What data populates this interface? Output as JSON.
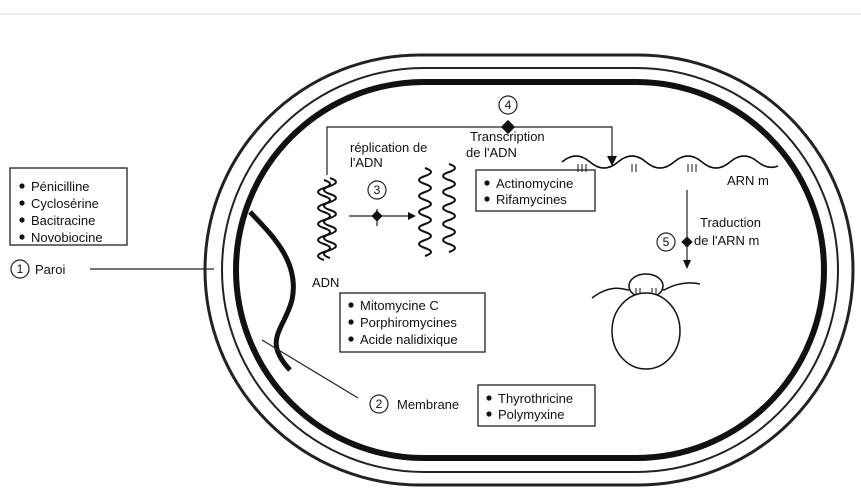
{
  "wall": {
    "number": "1",
    "label": "Paroi",
    "antibiotics": [
      "Pénicilline",
      "Cyclosérine",
      "Bacitracine",
      "Novobiocine"
    ]
  },
  "membrane": {
    "number": "2",
    "label": "Membrane",
    "antibiotics": [
      "Thyrothricine",
      "Polymyxine"
    ]
  },
  "replication": {
    "number": "3",
    "label_line1": "réplication de",
    "label_line2": "l'ADN",
    "dna_label": "ADN",
    "antibiotics": [
      "Mitomycine C",
      "Porphiromycines",
      "Acide nalidixique"
    ]
  },
  "transcription": {
    "number": "4",
    "label_line1": "Transcription",
    "label_line2": "de l'ADN",
    "rna_label": "ARN m",
    "antibiotics": [
      "Actinomycine",
      "Rifamycines"
    ]
  },
  "translation": {
    "number": "5",
    "label_line1": "Traduction",
    "label_line2": "de l'ARN m"
  }
}
